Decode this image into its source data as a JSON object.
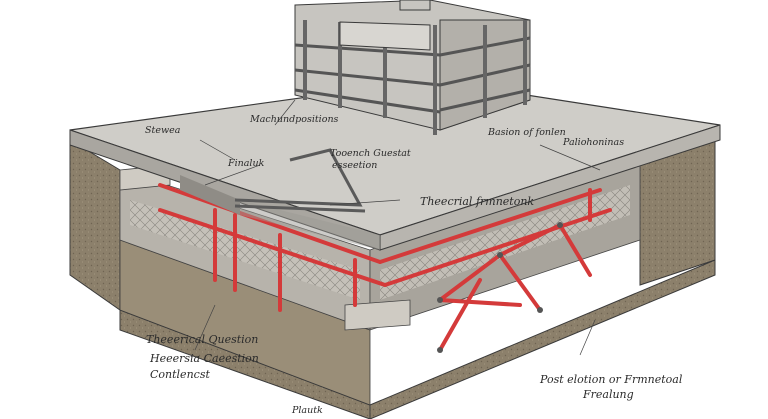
{
  "labels": {
    "slab_left": "Stewea",
    "top_center": "Machundpositions",
    "top_right_a": "Basion of fonlen",
    "top_right_b": "Paliohoninas",
    "finalsh": "Finaluk",
    "connection_a": "Tooench Guestat",
    "connection_b": "esseetion",
    "framework": "Theecrial frmnetonk",
    "bottom_left_a": "Theeerical Question",
    "bottom_left_b": "Heeersia Caeestion",
    "bottom_left_c": "Contlencst",
    "bottom_right_a": "Post elotion or Frmnetoal",
    "bottom_right_b": "Frealung",
    "bottom_center": "Plautk"
  },
  "colors": {
    "ground": "#8a7d68",
    "slab_top": "#cfcdc8",
    "slab_edge": "#a9a6a0",
    "concrete": "#bdbab3",
    "frame_red": "#d43a3a",
    "ink": "#2b2b2b"
  }
}
